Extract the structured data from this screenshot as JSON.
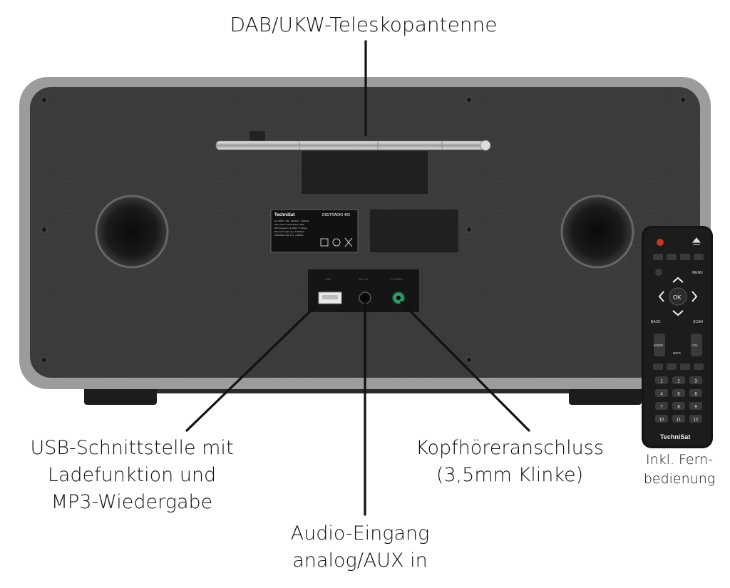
{
  "labels": {
    "antenna": "DAB/UKW-Teleskopantenne",
    "usb": [
      "USB-Schnittstelle mit",
      "Ladefunktion und",
      "MP3-Wiedergabe"
    ],
    "aux": [
      "Audio-Eingang",
      "analog/AUX in"
    ],
    "headphones": [
      "Kopfhöreranschluss",
      "(3,5mm Klinke)"
    ],
    "remote": [
      "Inkl. Fern-",
      "bedienung"
    ]
  },
  "device": {
    "brand": "TechniSat",
    "model": "DIGITRADIO 425",
    "rating_lines": [
      "AC INPUT: 100 - 240VAC ~ 50/60Hz",
      "Max. power consumption: 60W",
      "WiFi frequency: 2.4GHz / 5.15GHz",
      "Bluetooth frequency: 2.402GHz",
      "DAB/DAB+/FM: 174 - 240MHz"
    ],
    "ports": [
      "USB",
      "AUX IN",
      "PHONES"
    ]
  },
  "remote": {
    "brand": "TechniSat",
    "nav_labels": {
      "ok": "OK",
      "menu": "MENU",
      "back": "BACK",
      "scan": "SCAN",
      "mode": "MODE",
      "info": "INFO",
      "vol": "VOL"
    },
    "numbers": [
      "1",
      "2",
      "3",
      "4",
      "5",
      "6",
      "7",
      "8",
      "9",
      "10",
      "11",
      "12"
    ]
  },
  "colors": {
    "ink": "#111111",
    "felt": "#3a3a3a",
    "frame": "#9a9a9a",
    "jack_green": "#2e9a6a"
  }
}
